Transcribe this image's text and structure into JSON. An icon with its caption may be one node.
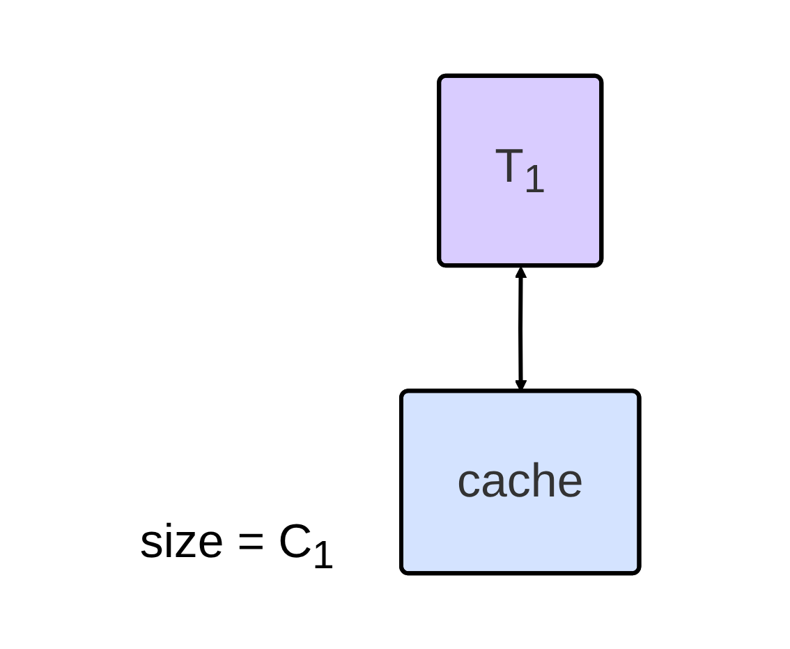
{
  "diagram": {
    "nodes": [
      {
        "text": [
          "T$_{1}$"
        ]
      },
      {
        "text": [
          "cache"
        ],
        "beside": [
          "size = C$_{1}$"
        ]
      }
    ],
    "edges": [
      {
        "from": 0,
        "to": 1,
        "arrow": "both"
      }
    ]
  }
}
